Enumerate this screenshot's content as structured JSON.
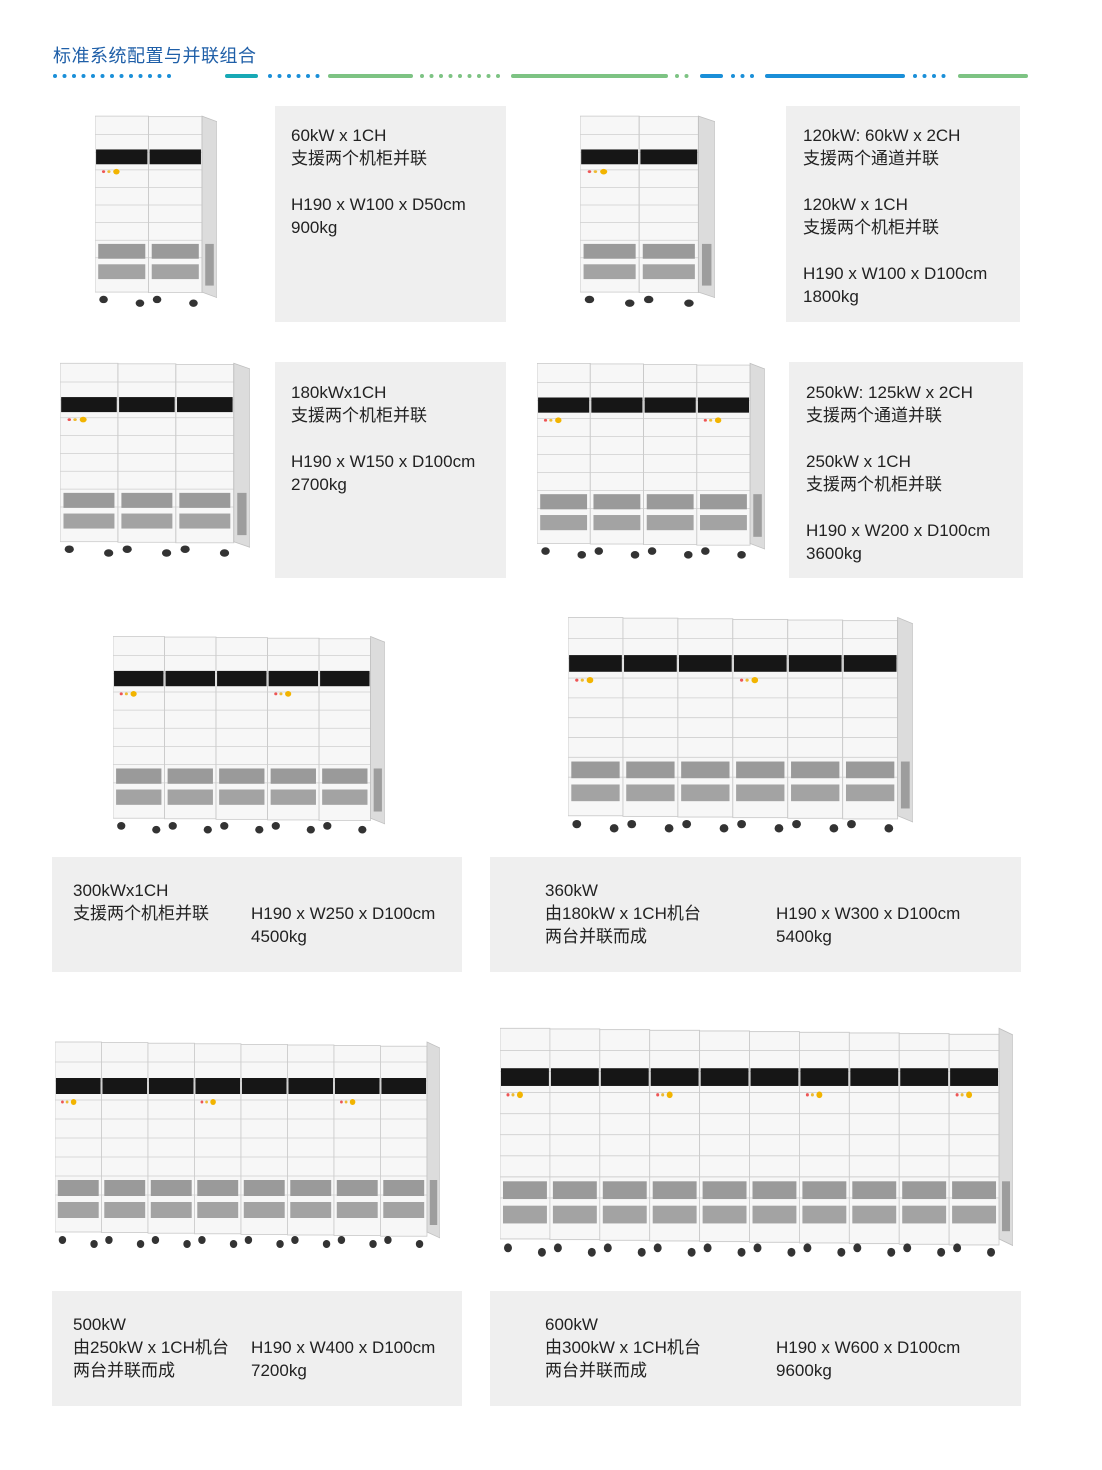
{
  "header": {
    "title": "标准系统配置与并联组合",
    "rule_colors": [
      "#1a8fd8",
      "#17a9b5",
      "#7dc383"
    ]
  },
  "configs": [
    {
      "id": "60kw",
      "paras": [
        [
          "60kW x 1CH",
          "支援两个机柜并联"
        ],
        [
          "H190 x W100 x D50cm",
          "900kg"
        ]
      ]
    },
    {
      "id": "120kw",
      "paras": [
        [
          "120kW: 60kW x 2CH",
          "支援两个通道并联"
        ],
        [
          "120kW x 1CH",
          "支援两个机柜并联"
        ],
        [
          "H190 x W100 x D100cm",
          "1800kg"
        ]
      ]
    },
    {
      "id": "180kw",
      "paras": [
        [
          "180kWx1CH",
          "支援两个机柜并联"
        ],
        [
          "H190 x W150 x D100cm",
          "2700kg"
        ]
      ]
    },
    {
      "id": "250kw",
      "paras": [
        [
          "250kW: 125kW x 2CH",
          "支援两个通道并联"
        ],
        [
          "250kW x 1CH",
          "支援两个机柜并联"
        ],
        [
          "H190 x W200 x D100cm",
          "3600kg"
        ]
      ]
    },
    {
      "id": "300kw",
      "left": [
        "300kWx1CH",
        "支援两个机柜并联"
      ],
      "right": [
        "H190 x W250 x D100cm",
        "4500kg"
      ]
    },
    {
      "id": "360kw",
      "left": [
        "360kW",
        "由180kW x 1CH机台",
        "两台并联而成"
      ],
      "right": [
        "H190 x W300 x D100cm",
        "5400kg"
      ]
    },
    {
      "id": "500kw",
      "left": [
        "500kW",
        "由250kW x 1CH机台",
        "两台并联而成"
      ],
      "right": [
        "H190 x W400 x D100cm",
        "7200kg"
      ]
    },
    {
      "id": "600kw",
      "left": [
        "600kW",
        "由300kW x 1CH机台",
        "两台并联而成"
      ],
      "right": [
        "H190 x W600 x D100cm",
        "9600kg"
      ]
    }
  ]
}
